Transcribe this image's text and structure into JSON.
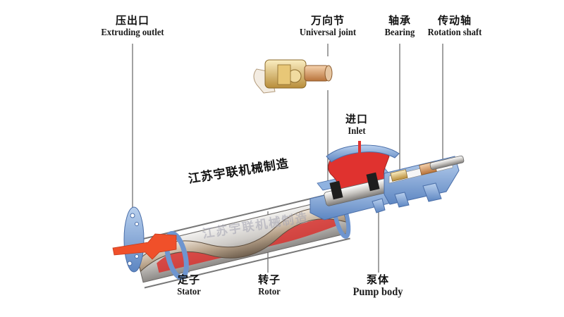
{
  "diagram": {
    "subject": "Progressive cavity screw pump cutaway",
    "watermark": "江苏宇联机械制造",
    "colors": {
      "casing_blue": "#7fa6d8",
      "fluid_red": "#e0322f",
      "outlet_orange": "#f0502a",
      "stator_silver": "#c9c6c2",
      "rotor_bronze": "#b8a48e",
      "joint_gold": "#d9b25a",
      "bearing_copper": "#d89a5c",
      "leader_line": "#444444"
    },
    "labels": {
      "extruding_outlet": {
        "zh": "压出口",
        "en": "Extruding outlet"
      },
      "universal_joint": {
        "zh": "万向节",
        "en": "Universal joint"
      },
      "bearing": {
        "zh": "轴承",
        "en": "Bearing"
      },
      "rotation_shaft": {
        "zh": "传动轴",
        "en": "Rotation shaft"
      },
      "inlet": {
        "zh": "进口",
        "en": "Inlet"
      },
      "stator": {
        "zh": "定子",
        "en": "Stator"
      },
      "rotor": {
        "zh": "转子",
        "en": "Rotor"
      },
      "pump_body": {
        "zh": "泵体",
        "en": "Pump body"
      }
    }
  }
}
